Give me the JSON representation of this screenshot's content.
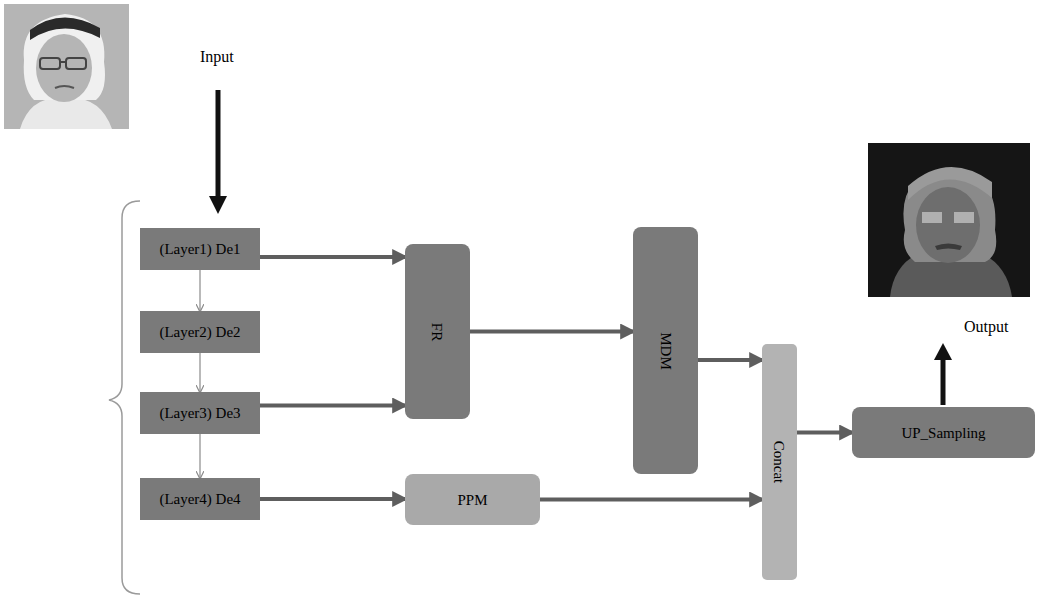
{
  "diagram": {
    "nodes": [
      {
        "text": [
          "(Layer1) De1"
        ]
      },
      {
        "text": [
          "(Layer2) De2"
        ]
      },
      {
        "text": [
          "(Layer3) De3"
        ]
      },
      {
        "text": [
          "(Layer4) De4"
        ]
      },
      {
        "text": [
          "FR"
        ]
      },
      {
        "text": [
          "MDM"
        ]
      },
      {
        "text": [
          "PPM"
        ]
      },
      {
        "text": [
          "Concat"
        ]
      },
      {
        "text": [
          "UP_Sampling"
        ]
      }
    ],
    "edges": [
      {
        "from": 0,
        "to": 1,
        "arrow": "to"
      },
      {
        "from": 1,
        "to": 2,
        "arrow": "to"
      },
      {
        "from": 2,
        "to": 3,
        "arrow": "to"
      },
      {
        "from": 0,
        "to": 4,
        "arrow": "to"
      },
      {
        "from": 2,
        "to": 4,
        "arrow": "to"
      },
      {
        "from": 4,
        "to": 5,
        "arrow": "to"
      },
      {
        "from": 5,
        "to": 7,
        "arrow": "to"
      },
      {
        "from": 3,
        "to": 6,
        "arrow": "to"
      },
      {
        "from": 6,
        "to": 7,
        "arrow": "to"
      },
      {
        "from": 7,
        "to": 8,
        "arrow": "to"
      }
    ],
    "labels": [
      "Input",
      "Output"
    ]
  }
}
